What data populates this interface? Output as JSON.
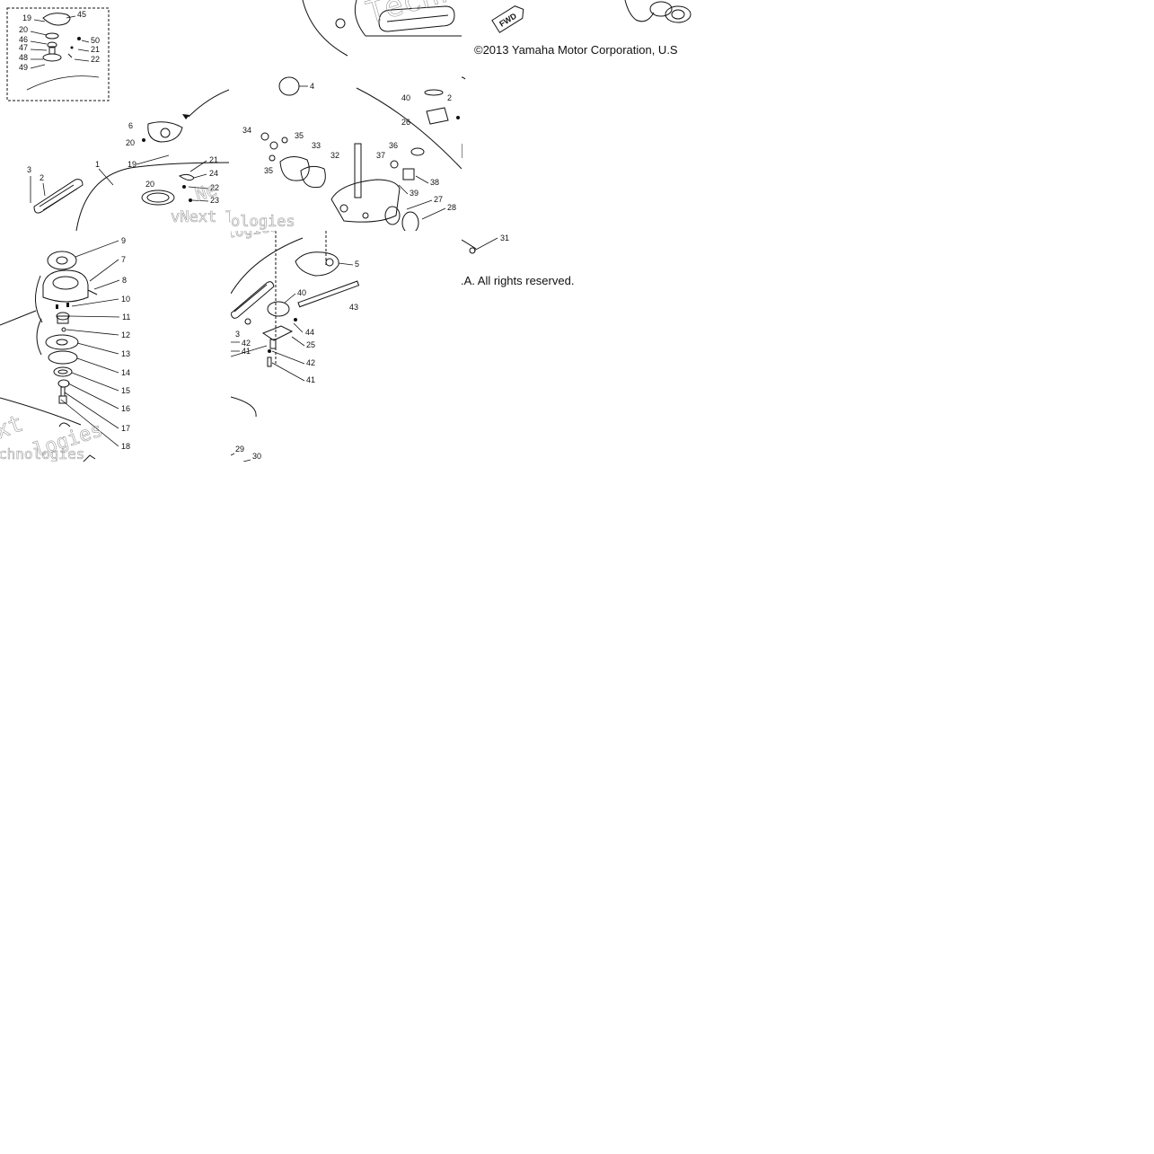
{
  "copyright": {
    "line1": "©2013 Yamaha Motor Corporation, U.S",
    "line2": ".A. All rights reserved."
  },
  "watermark": {
    "text_a": "Techno",
    "text_b": "vNext Tec",
    "text_c": "ologies",
    "text_d": "xt",
    "text_e": "chnologies"
  },
  "fwd_label": "FWD",
  "callouts": {
    "inset": [
      "19",
      "45",
      "20",
      "46",
      "50",
      "47",
      "21",
      "48",
      "22",
      "49"
    ],
    "upper_left": [
      "6",
      "20",
      "19",
      "3",
      "2",
      "1",
      "21",
      "24",
      "20",
      "22",
      "23"
    ],
    "upper_mid": [
      "4",
      "40",
      "26",
      "2",
      "34",
      "35",
      "33",
      "35",
      "32",
      "36",
      "37",
      "38",
      "39",
      "27",
      "28"
    ],
    "lower_left": [
      "9",
      "7",
      "8",
      "10",
      "11",
      "12",
      "13",
      "14",
      "15",
      "16",
      "17",
      "18"
    ],
    "lower_mid": [
      "5",
      "40",
      "43",
      "3",
      "44",
      "25",
      "42",
      "41",
      "42",
      "41",
      "29",
      "30"
    ],
    "lower_right": [
      "31"
    ]
  }
}
